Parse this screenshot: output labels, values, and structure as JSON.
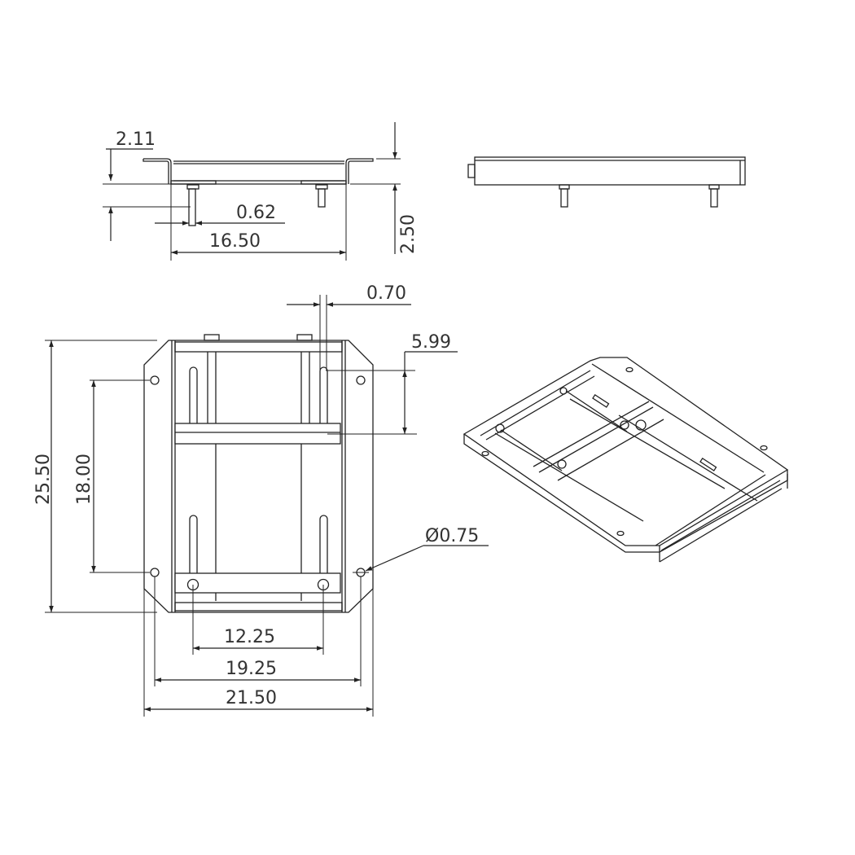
{
  "dimensions": {
    "flange_height": "2.11",
    "bolt_diameter": "0.62",
    "front_width": "16.50",
    "total_height": "2.50",
    "slot_offset": "0.70",
    "slot_length": "5.99",
    "overall_length": "25.50",
    "hole_spacing_vertical": "18.00",
    "hole_diameter": "Ø0.75",
    "slot_spacing": "12.25",
    "hole_spacing_horizontal": "19.25",
    "overall_width": "21.50"
  },
  "colors": {
    "line": "#222222",
    "background": "#ffffff"
  }
}
